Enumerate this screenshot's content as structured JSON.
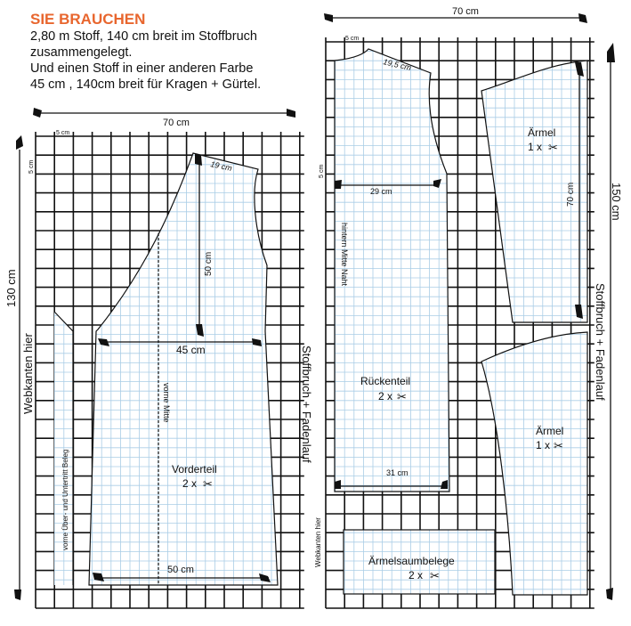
{
  "header": {
    "title": "SIE BRAUCHEN",
    "lines": [
      "2,80 m Stoff, 140 cm breit im Stoffbruch",
      "zusammengelegt.",
      "Und einen Stoff in einer anderen Farbe",
      "45 cm , 140cm breit für Kragen + Gürtel."
    ]
  },
  "colors": {
    "title": "#e8662e",
    "pattern_grid": "#aacde6",
    "grid": "#111111"
  },
  "left_panel": {
    "width_label": "70 cm",
    "height_label": "130 cm",
    "cell_label_x": "5 cm",
    "cell_label_y": "5 cm",
    "selvage_label": "Webkanten hier",
    "fold_label": "Stoffbruch + Fadenlauf",
    "piece": {
      "name": "Vorderteil",
      "count": "2 x"
    },
    "facing_label": "vorne Über- und Untertritt Beleg",
    "center_label": "vorne Mitte",
    "measures": {
      "shoulder": "19 cm",
      "length": "50 cm",
      "chest": "45 cm",
      "hem": "50 cm"
    }
  },
  "right_panel": {
    "width_label": "70 cm",
    "height_label": "150 cm",
    "cell_label_x": "5 cm",
    "cell_label_y": "5 cm",
    "selvage_label": "Webkanten hier",
    "fold_label": "Stoffbruch + Fadenlauf",
    "back": {
      "name": "Rückenteil",
      "count": "2 x",
      "seam_label": "hintern Mitte Naht"
    },
    "sleeve_top": {
      "name": "Ärmel",
      "count": "1 x"
    },
    "sleeve_bottom": {
      "name": "Ärmel",
      "count": "1 x"
    },
    "hem_facing": {
      "name": "Ärmelsaumbelege",
      "count": "2 x"
    },
    "measures": {
      "shoulder": "19,5 cm",
      "chest": "29 cm",
      "hem": "31 cm",
      "sleeve": "70 cm"
    }
  }
}
